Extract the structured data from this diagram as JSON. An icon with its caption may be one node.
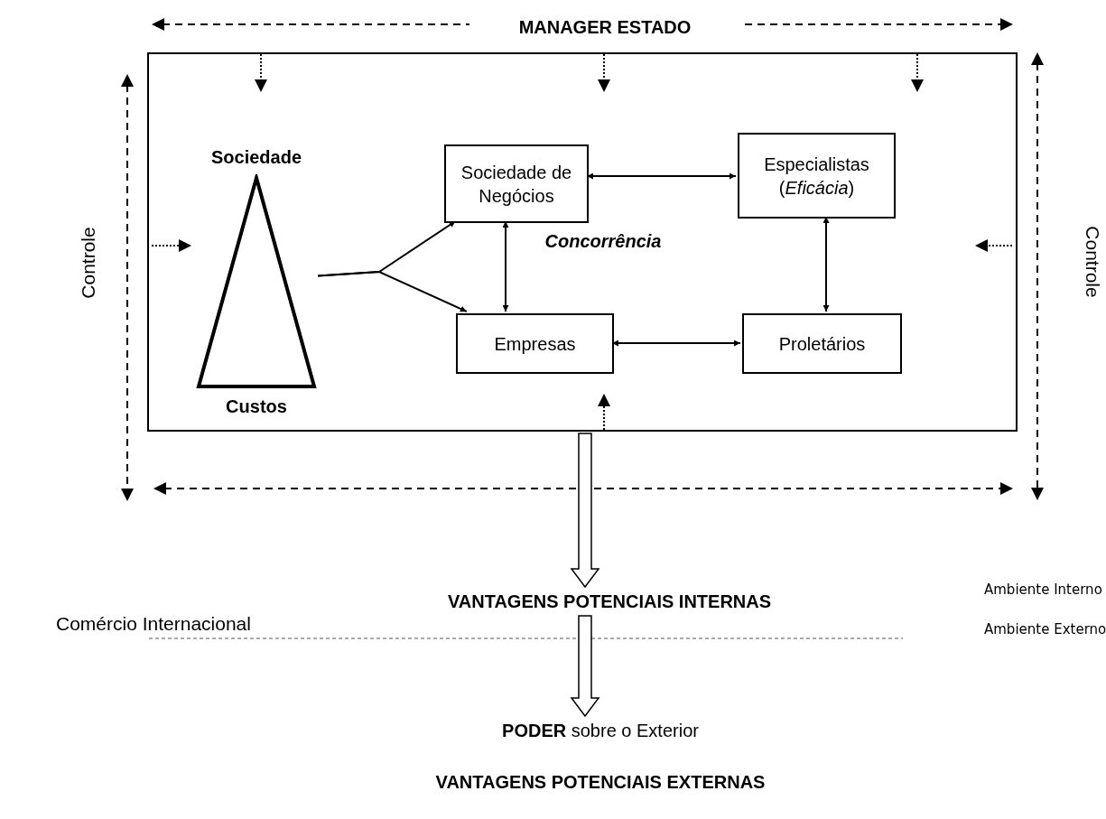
{
  "diagram": {
    "nodes": [
      {
        "text": [],
        "shape": "box"
      },
      {
        "text": [
          "Sociedade",
          "Custos"
        ],
        "in": 0
      },
      {
        "text": [
          "Sociedade de Negócios"
        ],
        "in": 0
      },
      {
        "text": [
          "Especialistas (*Eficácia*)"
        ],
        "in": 0
      },
      {
        "text": [
          "Empresas"
        ],
        "in": 0
      },
      {
        "text": [
          "Proletários"
        ],
        "in": 0
      },
      {
        "text": [
          "VANTAGENS POTENCIAIS INTERNAS"
        ]
      },
      {
        "text": [
          "**PODER** sobre o Exterior"
        ]
      }
    ],
    "edges": [
      {
        "from": 1,
        "to": 2,
        "arrow": "to"
      },
      {
        "from": 1,
        "to": 4,
        "arrow": "to"
      },
      {
        "from": 2,
        "to": 3,
        "arrow": "both"
      },
      {
        "from": 2,
        "to": 4,
        "arrow": "both"
      },
      {
        "from": 3,
        "to": 5,
        "arrow": "both"
      },
      {
        "from": 4,
        "to": 5,
        "arrow": "both"
      },
      {
        "from": 0,
        "to": 6,
        "arrow": "to",
        "style": "thick"
      },
      {
        "from": 6,
        "to": 7,
        "arrow": "to",
        "style": "thick"
      }
    ],
    "labels": [
      "MANAGER ESTADO",
      "Controle",
      "Concorrência",
      "Controle",
      "Ambiente Interno",
      "Comércio Internacional",
      "Ambiente Externo",
      "VANTAGENS POTENCIAIS EXTERNAS"
    ]
  }
}
